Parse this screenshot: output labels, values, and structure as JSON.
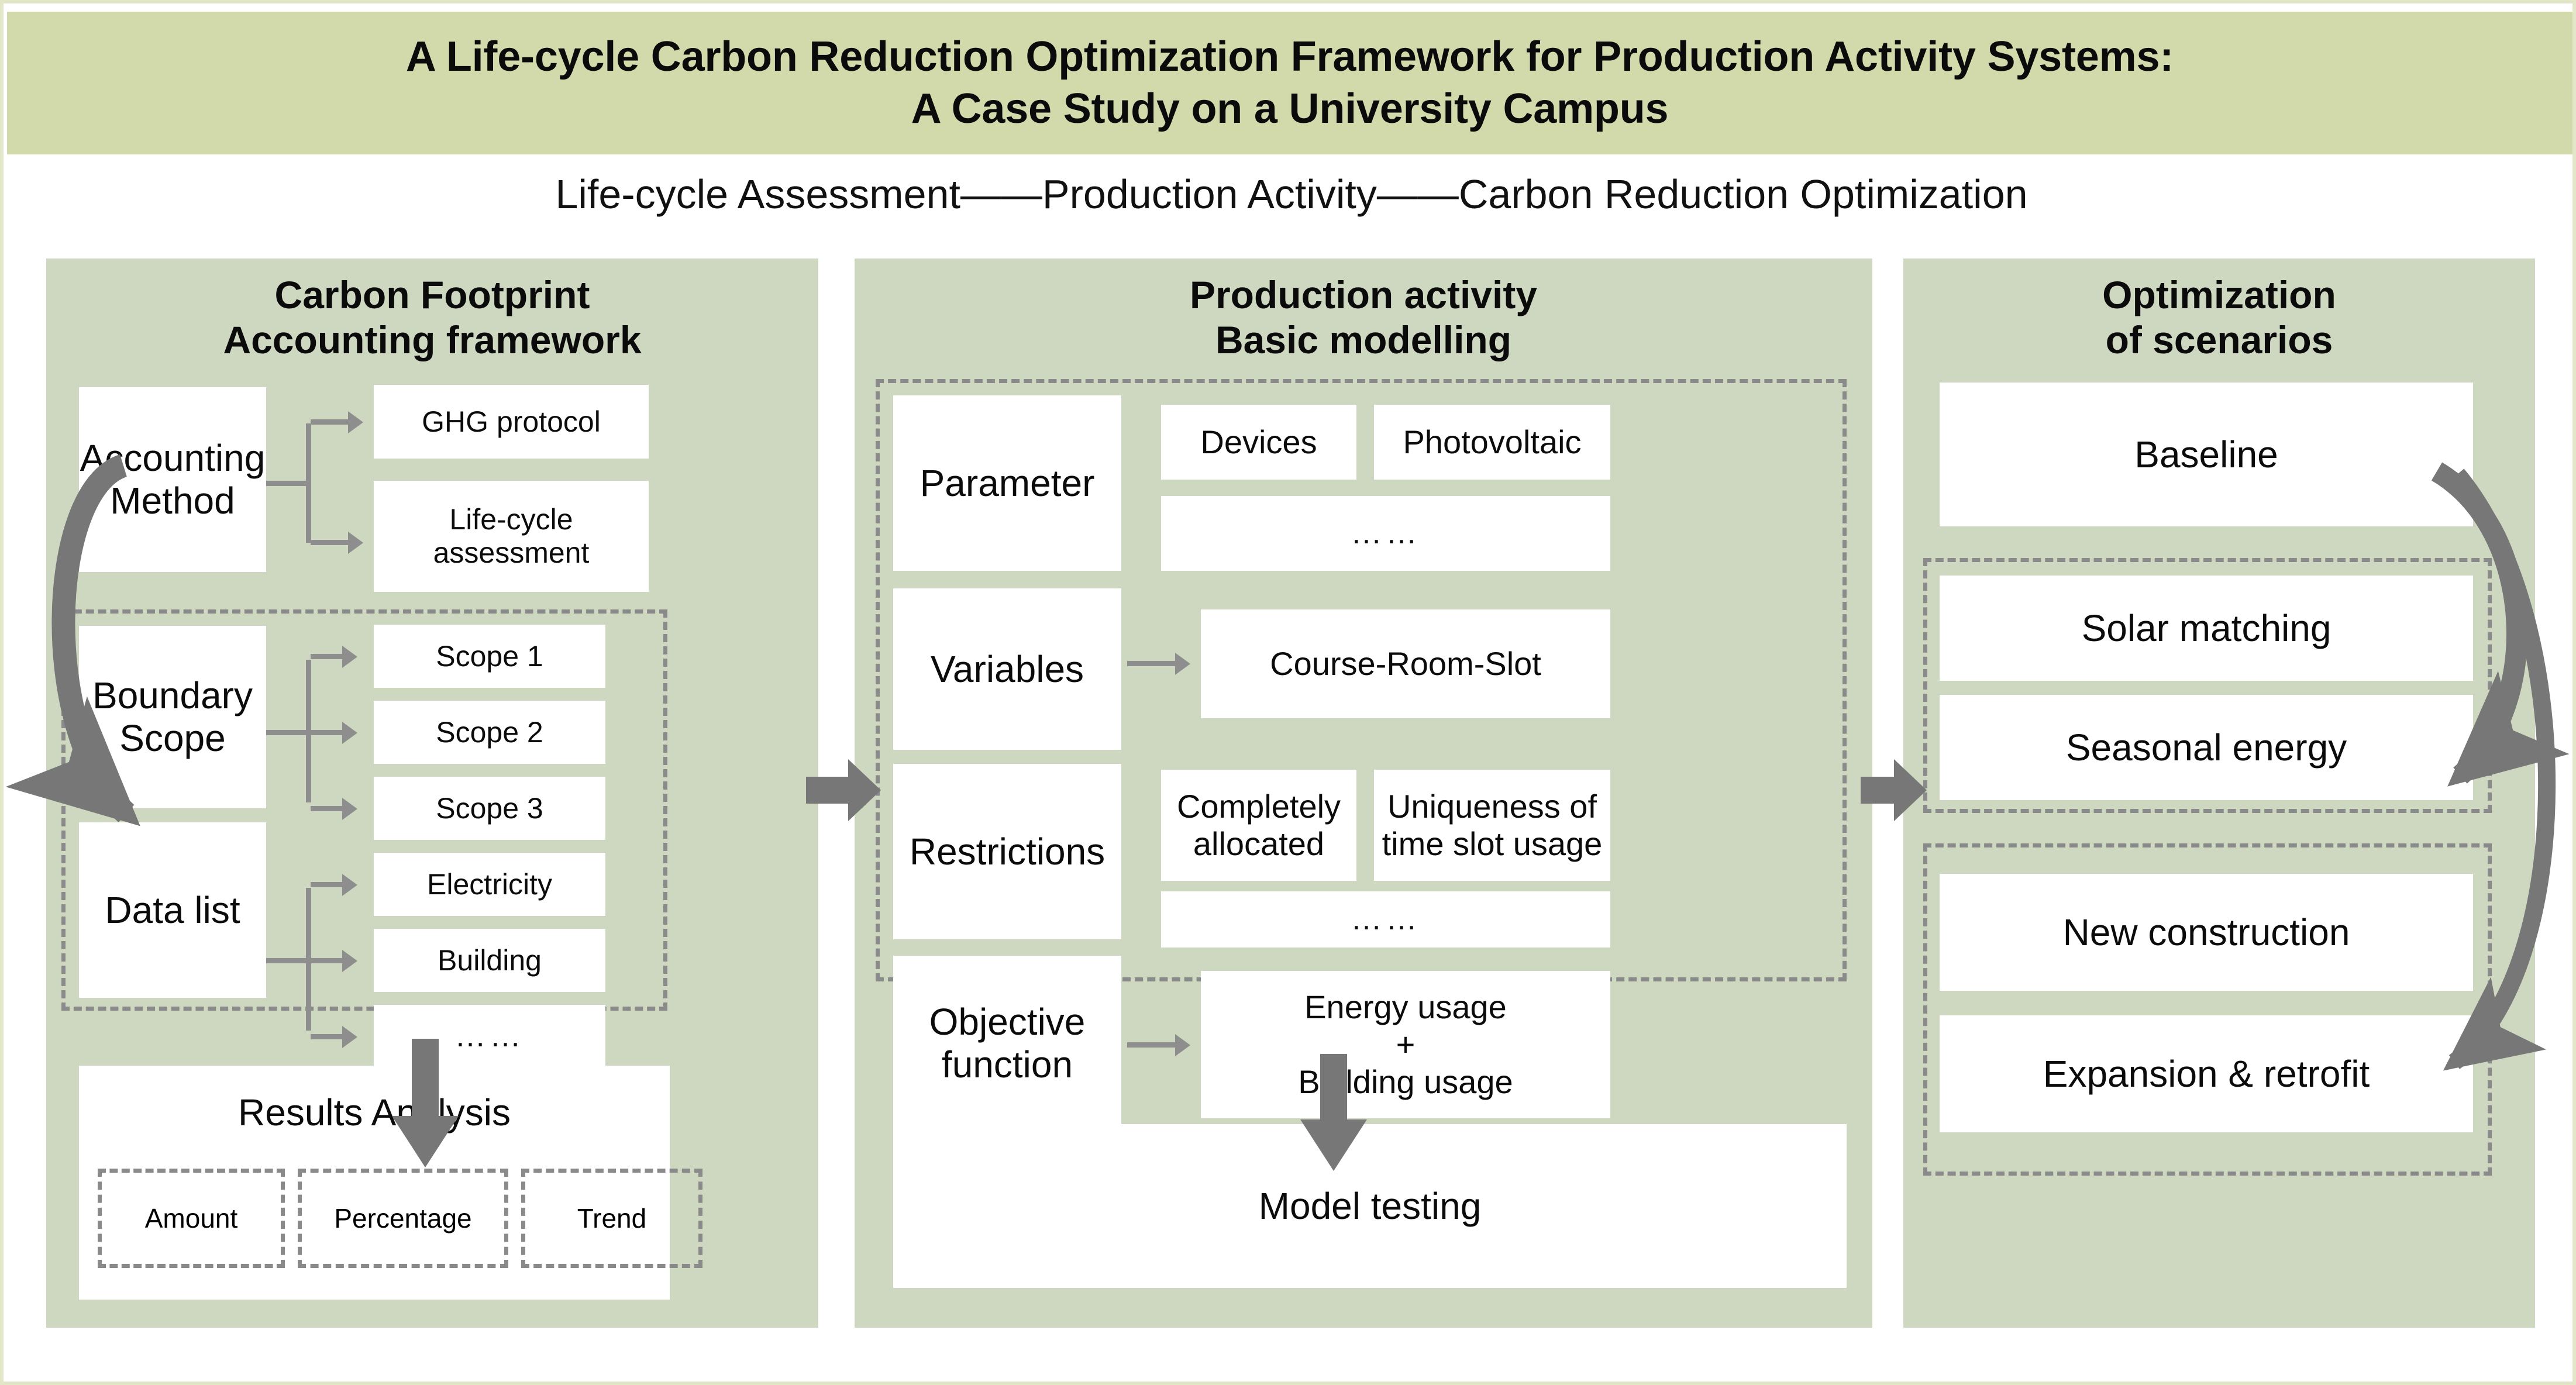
{
  "figure": {
    "title_line1": "A Life-cycle Carbon Reduction Optimization Framework for Production Activity Systems:",
    "title_line2": "A Case Study on a University Campus",
    "subtitle": "Life-cycle Assessment——Production Activity——Carbon Reduction Optimization",
    "colors": {
      "header_bg": "#d2d9ab",
      "panel_bg": "#ced8c0",
      "box_bg": "#ffffff",
      "connector_gray": "#8e8e8e",
      "arrow_gray": "#777777",
      "dashed_gray": "#8a8a8a",
      "frame_border": "#e3e6c8",
      "text": "#0b0b0b"
    }
  },
  "left_column": {
    "title_line1": "Carbon Footprint",
    "title_line2": "Accounting framework",
    "method_box": "Accounting\nMethod",
    "method_label_l1": "Accounting",
    "method_label_l2": "Method",
    "method_children": [
      {
        "label": "GHG protocol"
      },
      {
        "label_l1": "Life-cycle",
        "label_l2": "assessment"
      }
    ],
    "boundary_box_l1": "Boundary",
    "boundary_box_l2": "Scope",
    "boundary_children": [
      {
        "label": "Scope 1"
      },
      {
        "label": "Scope 2"
      },
      {
        "label": "Scope 3"
      }
    ],
    "data_list_box": "Data list",
    "data_list_children": [
      {
        "label": "Electricity"
      },
      {
        "label": "Building"
      },
      {
        "label": "……"
      }
    ],
    "results_title": "Results Analysis",
    "results_items": [
      {
        "label": "Amount"
      },
      {
        "label": "Percentage"
      },
      {
        "label": "Trend"
      }
    ]
  },
  "middle_column": {
    "title_line1": "Production activity",
    "title_line2": "Basic modelling",
    "rows": [
      {
        "name": "Parameter",
        "children": [
          {
            "label": "Devices"
          },
          {
            "label": "Photovoltaic"
          }
        ],
        "ellipsis": "……"
      },
      {
        "name": "Variables",
        "children": [
          {
            "label": "Course-Room-Slot"
          }
        ]
      },
      {
        "name": "Restrictions",
        "children": [
          {
            "label_l1": "Completely",
            "label_l2": "allocated"
          },
          {
            "label_l1": "Uniqueness of",
            "label_l2": "time slot usage"
          }
        ],
        "ellipsis": "……"
      },
      {
        "name_l1": "Objective",
        "name_l2": "function",
        "children": [
          {
            "label_l1": "Energy usage",
            "label_l2": "+",
            "label_l3": "Building usage"
          }
        ]
      }
    ],
    "model_testing": "Model testing"
  },
  "right_column": {
    "title_line1": "Optimization",
    "title_line2": "of scenarios",
    "baseline": "Baseline",
    "group_a": [
      {
        "label": "Solar matching"
      },
      {
        "label": "Seasonal energy"
      }
    ],
    "group_b": [
      {
        "label": "New construction"
      },
      {
        "label": "Expansion & retrofit"
      }
    ]
  },
  "icons": {
    "arrow_right": "arrow-right-icon",
    "arrow_down": "arrow-down-icon",
    "curved_arrow": "curved-arrow-icon"
  }
}
